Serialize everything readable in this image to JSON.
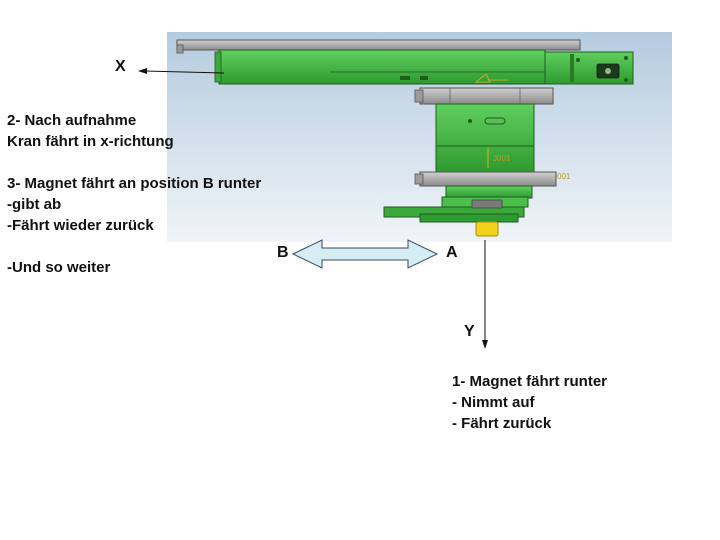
{
  "labels": {
    "x_axis": "X",
    "y_axis": "Y",
    "point_a": "A",
    "point_b": "B"
  },
  "cad_marks": {
    "mark_1": "J001",
    "mark_2": "001"
  },
  "notes": {
    "left": [
      "2- Nach aufnahme",
      "Kran fährt in x-richtung",
      "",
      "3- Magnet fährt an position B runter",
      "-gibt ab",
      "-Fährt wieder zurück",
      "",
      "-Und so weiter"
    ],
    "bottom": [
      "1- Magnet fährt runter",
      "- Nimmt auf",
      "- Fährt zurück"
    ]
  },
  "colors": {
    "panel_top": "#b6cde0",
    "panel_bottom": "#eef3f7",
    "machine_green": "#3fb83f",
    "machine_dark": "#2c7a2c",
    "rail_gray": "#a8a8a8",
    "magnet_yellow": "#f2d21a",
    "arrow_fill": "#d4eef4",
    "arrow_stroke": "#3a4a6a"
  }
}
